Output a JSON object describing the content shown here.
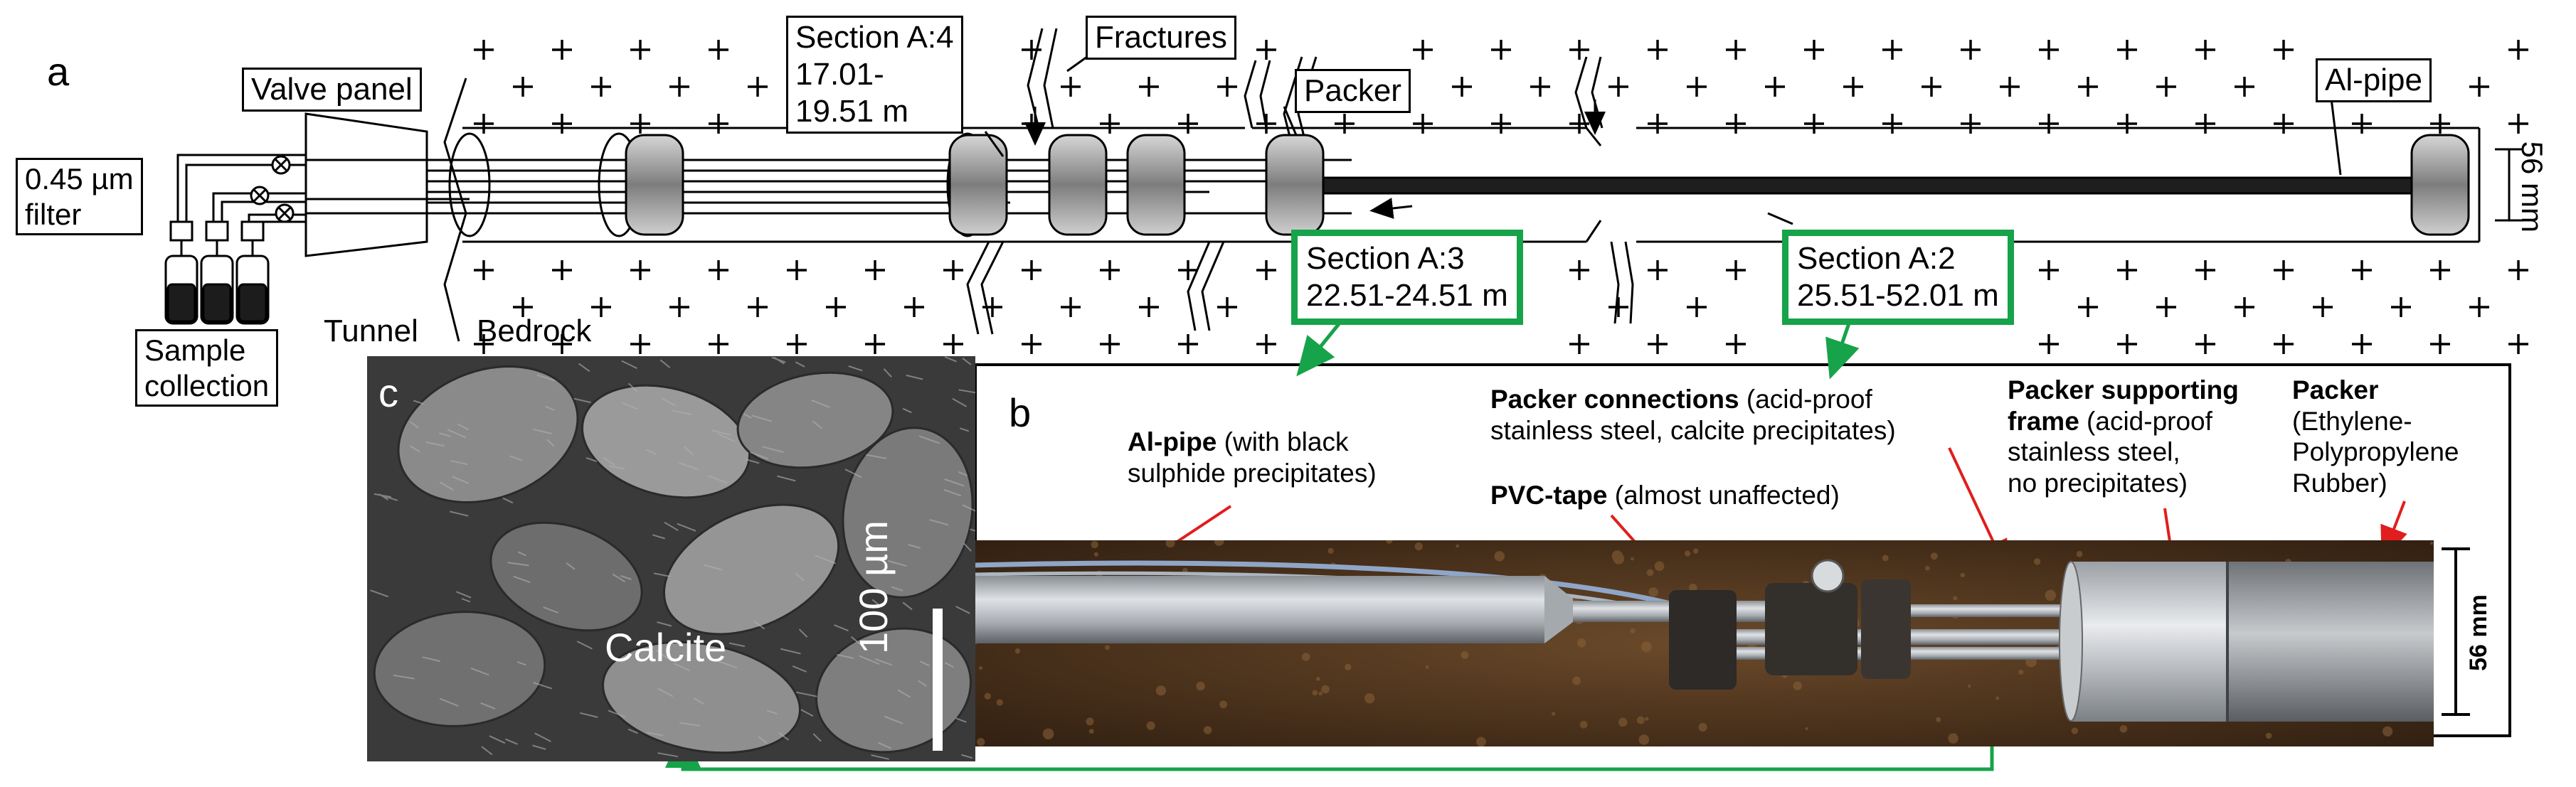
{
  "panel_a": {
    "letter": "a",
    "labels": {
      "valve_panel": "Valve panel",
      "filter_line1": "0.45 µm",
      "filter_line2": "filter",
      "sample_line1": "Sample",
      "sample_line2": "collection",
      "tunnel": "Tunnel",
      "bedrock": "Bedrock",
      "section_a4_line1": "Section A:4",
      "section_a4_line2": "17.01-",
      "section_a4_line3": "19.51 m",
      "fractures": "Fractures",
      "packer": "Packer",
      "al_pipe": "Al-pipe",
      "diameter": "56 mm",
      "section_a3_line1": "Section A:3",
      "section_a3_line2": "22.51-24.51 m",
      "section_a2_line1": "Section A:2",
      "section_a2_line2": "25.51-52.01 m"
    }
  },
  "panel_b": {
    "letter": "b",
    "labels": {
      "al_pipe_bold": "Al-pipe",
      "al_pipe_rest1": " (with black",
      "al_pipe_rest2": "sulphide precipitates)",
      "packer_conn_bold": "Packer connections",
      "packer_conn_rest1": " (acid-proof",
      "packer_conn_rest2": "stainless steel, calcite precipitates)",
      "pvc_bold": "PVC-tape",
      "pvc_rest": " (almost unaffected)",
      "frame_bold1": "Packer supporting",
      "frame_bold2": "frame",
      "frame_rest1": " (acid-proof",
      "frame_rest2": "stainless steel,",
      "frame_rest3": "no precipitates)",
      "packer_bold": "Packer",
      "packer_rest1": "(Ethylene-",
      "packer_rest2": "Polypropylene",
      "packer_rest3": "Rubber)",
      "scale": "56 mm"
    }
  },
  "panel_c": {
    "letter": "c",
    "mineral": "Calcite",
    "scale": "100 µm"
  },
  "colors": {
    "green": "#16a34a",
    "red": "#e11d1d",
    "rubber": "#8a8a8a",
    "steel": "#bfc3c8"
  }
}
